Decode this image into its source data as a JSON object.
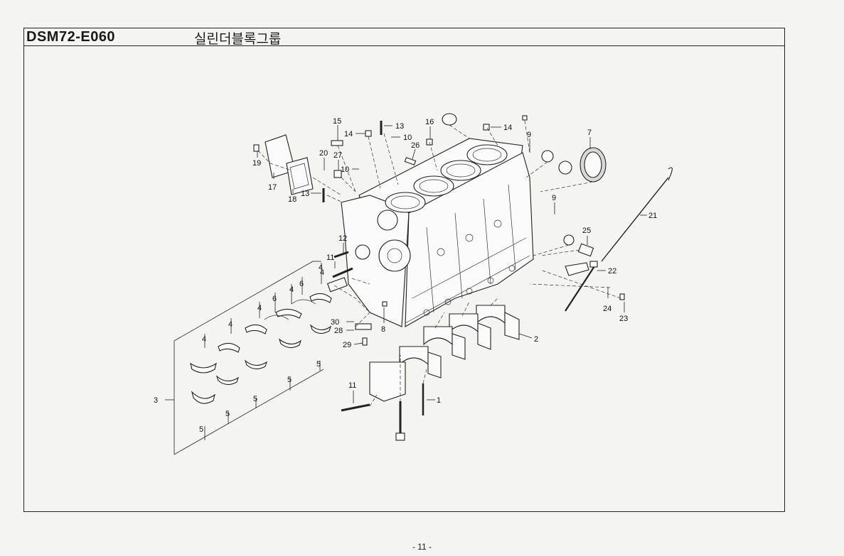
{
  "header": {
    "code": "DSM72-E060",
    "title": "실린더블록그룹"
  },
  "footer": {
    "page_number": "- 11 -"
  },
  "callouts": [
    {
      "id": "c15",
      "label": "15"
    },
    {
      "id": "c13a",
      "label": "13"
    },
    {
      "id": "c16",
      "label": "16"
    },
    {
      "id": "c14a",
      "label": "14"
    },
    {
      "id": "c10a",
      "label": "10"
    },
    {
      "id": "c14b",
      "label": "14"
    },
    {
      "id": "c9a",
      "label": "9"
    },
    {
      "id": "c7",
      "label": "7"
    },
    {
      "id": "c26",
      "label": "26"
    },
    {
      "id": "c19",
      "label": "19"
    },
    {
      "id": "c20",
      "label": "20"
    },
    {
      "id": "c27",
      "label": "27"
    },
    {
      "id": "c10b",
      "label": "10"
    },
    {
      "id": "c17",
      "label": "17"
    },
    {
      "id": "c18",
      "label": "18"
    },
    {
      "id": "c13b",
      "label": "13"
    },
    {
      "id": "c9b",
      "label": "9"
    },
    {
      "id": "c21",
      "label": "21"
    },
    {
      "id": "c12",
      "label": "12"
    },
    {
      "id": "c25",
      "label": "25"
    },
    {
      "id": "c11a",
      "label": "11"
    },
    {
      "id": "c22",
      "label": "22"
    },
    {
      "id": "c4a",
      "label": "4"
    },
    {
      "id": "c4b",
      "label": "4"
    },
    {
      "id": "c6a",
      "label": "6"
    },
    {
      "id": "c4c",
      "label": "4"
    },
    {
      "id": "c6b",
      "label": "6"
    },
    {
      "id": "c4d",
      "label": "4"
    },
    {
      "id": "c24",
      "label": "24"
    },
    {
      "id": "c23",
      "label": "23"
    },
    {
      "id": "c4e",
      "label": "4"
    },
    {
      "id": "c30",
      "label": "30"
    },
    {
      "id": "c28",
      "label": "28"
    },
    {
      "id": "c8",
      "label": "8"
    },
    {
      "id": "c2",
      "label": "2"
    },
    {
      "id": "c4f",
      "label": "4"
    },
    {
      "id": "c29",
      "label": "29"
    },
    {
      "id": "c5a",
      "label": "5"
    },
    {
      "id": "c5b",
      "label": "5"
    },
    {
      "id": "c11b",
      "label": "11"
    },
    {
      "id": "c3",
      "label": "3"
    },
    {
      "id": "c1",
      "label": "1"
    },
    {
      "id": "c5c",
      "label": "5"
    },
    {
      "id": "c5d",
      "label": "5"
    },
    {
      "id": "c5e",
      "label": "5"
    }
  ]
}
